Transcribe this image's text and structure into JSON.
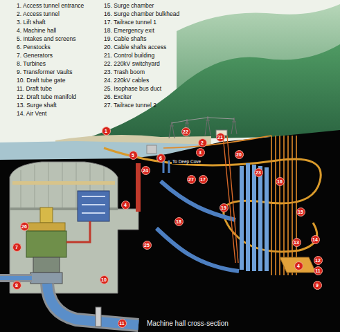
{
  "diagram": {
    "labels": [
      "1. Access tunnel entrance",
      "2. Access tunnel",
      "3. Lift shaft",
      "4. Machine hall",
      "5. Intakes and screens",
      "6. Penstocks",
      "7. Generators",
      "8. Turbines",
      "9. Transformer Vaults",
      "10. Draft tube gate",
      "11. Draft tube",
      "12. Draft tube manifold",
      "13. Surge shaft",
      "14. Air Vent",
      "15. Surge chamber",
      "16. Surge chamber bulkhead",
      "17. Tailrace tunnel 1",
      "18. Emergency exit",
      "19. Cable shafts",
      "20. Cable shafts access",
      "21. Control building",
      "22. 220kV switchyard",
      "23. Trash boom",
      "24. 220kV cables",
      "25. Isophase bus duct",
      "26. Exciter",
      "27. Tailrace tunnel 2",
      "22",
      "1",
      "21",
      "2",
      "3",
      "20",
      "5",
      "6",
      "24",
      "27",
      "17",
      "23",
      "16",
      "4",
      "18",
      "19",
      "15",
      "13",
      "14",
      "12",
      "4",
      "11",
      "9",
      "26",
      "7",
      "25",
      "8",
      "10",
      "11",
      "To Deep Cove",
      "Machine hall cross-section"
    ]
  }
}
